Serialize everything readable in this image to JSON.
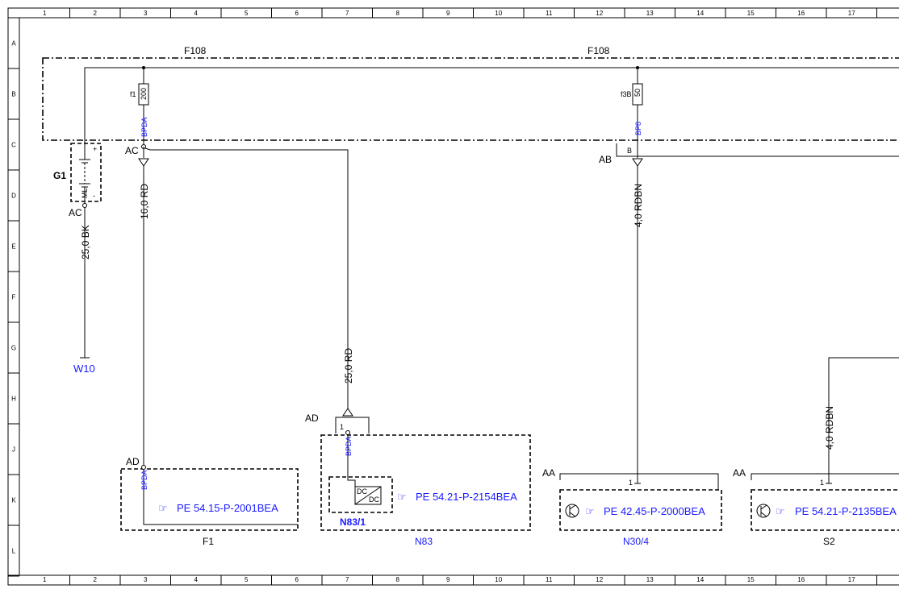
{
  "grid": {
    "columns": [
      "1",
      "2",
      "3",
      "4",
      "5",
      "6",
      "7",
      "8",
      "9",
      "10",
      "11",
      "12",
      "13",
      "14",
      "15",
      "16",
      "17"
    ],
    "rows": [
      "A",
      "B",
      "C",
      "D",
      "E",
      "F",
      "G",
      "H",
      "J",
      "K",
      "L"
    ]
  },
  "groups": {
    "f108_left": "F108",
    "f108_right": "F108"
  },
  "fuses": {
    "f1_name": "f1",
    "f1_value": "200",
    "f1_pin": "BPDA",
    "f3b_name": "f3B",
    "f3b_value": "50",
    "f3b_pin": "BP8"
  },
  "battery": {
    "name": "G1",
    "plus": "+",
    "minus": "-",
    "marker": "ML"
  },
  "connectors": {
    "ac_fuse": "AC",
    "ac_battery": "AC",
    "ab": "AB",
    "b": "B",
    "ad_f1": "AD",
    "ad_n83": "AD",
    "aa_n30": "AA",
    "aa_s2": "AA"
  },
  "wires": {
    "w1": "16,0 RD",
    "w2": "25,0 BK",
    "w3": "25,0 RD",
    "w4": "4,0 RDBN",
    "w5": "4,0 RDBN"
  },
  "ground": "W10",
  "components": {
    "f1": {
      "label": "F1",
      "ref": "PE 54.15-P-2001BEA",
      "pin": "BPDA"
    },
    "n83": {
      "label": "N83",
      "ref": "PE 54.21-P-2154BEA",
      "pin": "BPDA",
      "pin_num": "1",
      "sub_label": "N83/1",
      "dc_top": "DC",
      "dc_bottom": "DC"
    },
    "n30": {
      "label": "N30/4",
      "ref": "PE 42.45-P-2000BEA",
      "pin_num": "1"
    },
    "s2": {
      "label": "S2",
      "ref": "PE 54.21-P-2135BEA",
      "pin_num": "1"
    }
  },
  "icons": {
    "reference": "pointing-hand-icon",
    "transistor": "transistor-icon"
  }
}
